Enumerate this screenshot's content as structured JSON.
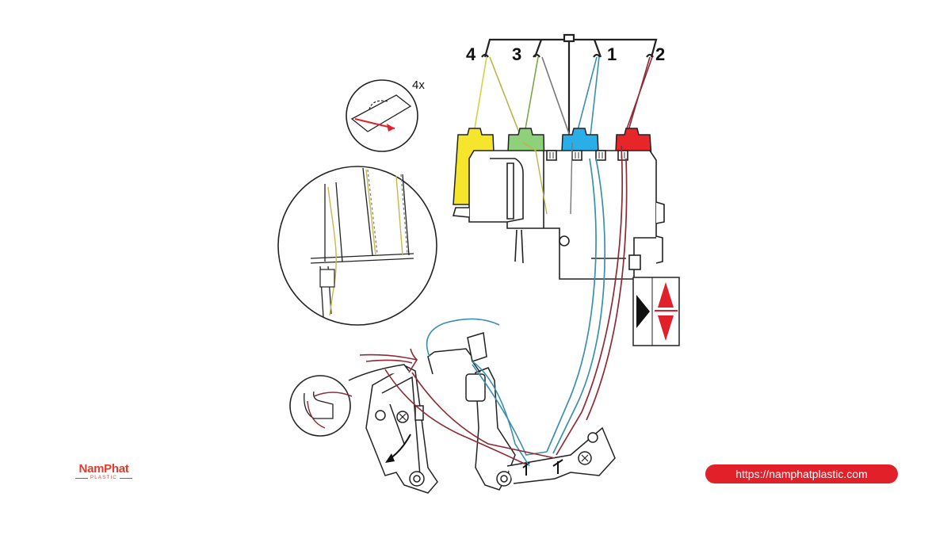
{
  "diagram": {
    "spool_numbers": [
      "4",
      "3",
      "1",
      "2"
    ],
    "detail_multiplier": "4x"
  },
  "brand": {
    "name": "NamPhat",
    "subtitle": "PLASTIC",
    "url": "https://namphatplastic.com",
    "accent_color": "#e2202a"
  },
  "threads": {
    "yellow": "#d8cf4a",
    "green": "#7aa84a",
    "blue": "#3a8fb0",
    "red": "#8c2b36"
  }
}
